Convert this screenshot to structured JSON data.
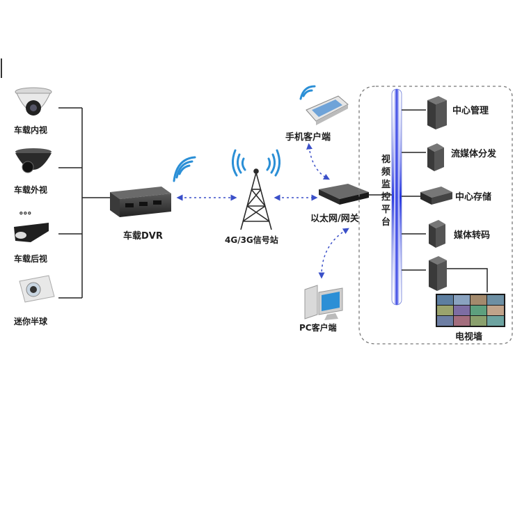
{
  "cameras": [
    {
      "label": "车载内视"
    },
    {
      "label": "车载外视"
    },
    {
      "label": "车载后视"
    },
    {
      "label": "迷你半球"
    }
  ],
  "ellipsis": "。。。",
  "dvr": {
    "label": "车载DVR"
  },
  "tower": {
    "label": "4G/3G信号站"
  },
  "phone": {
    "label": "手机客户端"
  },
  "gateway": {
    "label": "以太网/网关"
  },
  "pc": {
    "label": "PC客户端"
  },
  "platform": {
    "chars": [
      "视",
      "频",
      "监",
      "控",
      "平",
      "台"
    ]
  },
  "servers": [
    {
      "label": "中心管理"
    },
    {
      "label": "流媒体分发"
    },
    {
      "label": "中心存储"
    },
    {
      "label": "媒体转码"
    }
  ],
  "tvwall": {
    "label": "电视墙"
  },
  "colors": {
    "bus": "#1f2fe0",
    "dashed_link": "#3a4fc8",
    "line": "#222222",
    "device": "#3b3b3b"
  }
}
